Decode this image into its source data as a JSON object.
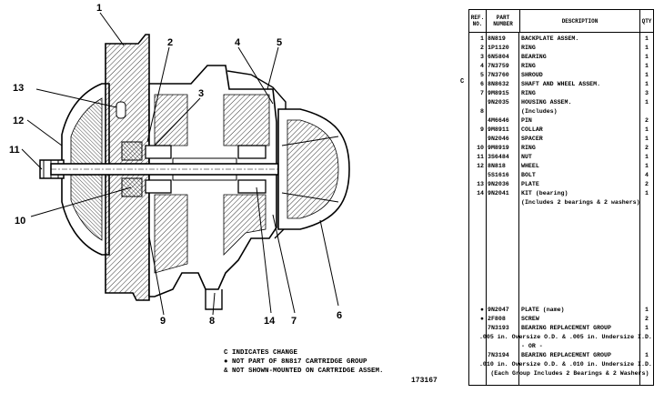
{
  "drawing": {
    "callouts": [
      {
        "id": "c1",
        "label": "1"
      },
      {
        "id": "c2",
        "label": "2"
      },
      {
        "id": "c3",
        "label": "3"
      },
      {
        "id": "c4",
        "label": "4"
      },
      {
        "id": "c5",
        "label": "5"
      },
      {
        "id": "c6",
        "label": "6"
      },
      {
        "id": "c7",
        "label": "7"
      },
      {
        "id": "c8",
        "label": "8"
      },
      {
        "id": "c9",
        "label": "9"
      },
      {
        "id": "c10",
        "label": "10"
      },
      {
        "id": "c11",
        "label": "11"
      },
      {
        "id": "c12",
        "label": "12"
      },
      {
        "id": "c13",
        "label": "13"
      },
      {
        "id": "c14",
        "label": "14"
      }
    ],
    "notes": [
      "C INDICATES CHANGE",
      "● NOT PART OF 8N817 CARTRIDGE GROUP",
      "  & NOT SHOWN-MOUNTED ON CARTRIDGE ASSEM."
    ],
    "drawing_number": "173167"
  },
  "parts_table": {
    "headers": {
      "ref": "REF. NO.",
      "part": "PART NUMBER",
      "desc": "DESCRIPTION",
      "qty": "QTY"
    },
    "rows": [
      {
        "ref": "1",
        "pn": "8N819",
        "desc": "BACKPLATE ASSEM.",
        "qty": "1"
      },
      {
        "ref": "2",
        "pn": "1P1120",
        "desc": "RING",
        "qty": "1"
      },
      {
        "ref": "3",
        "pn": "6N5804",
        "desc": "BEARING",
        "qty": "1"
      },
      {
        "ref": "4",
        "pn": "7N3759",
        "desc": "RING",
        "qty": "1"
      },
      {
        "ref": "5",
        "pn": "7N3760",
        "desc": "SHROUD",
        "qty": "1"
      },
      {
        "ref": "6",
        "pn": "8N8632",
        "desc": "SHAFT AND WHEEL ASSEM.",
        "qty": "1"
      },
      {
        "ref": "7",
        "pn": "9M8915",
        "desc": "RING",
        "qty": "3"
      },
      {
        "ref": "",
        "pn": "9N2035",
        "desc": "HOUSING ASSEM.",
        "qty": "1"
      },
      {
        "ref": "8",
        "pn": "",
        "desc": "(Includes)",
        "qty": ""
      },
      {
        "ref": "",
        "pn": "4M6646",
        "desc": "PIN",
        "qty": "2"
      },
      {
        "ref": "9",
        "pn": "9M8911",
        "desc": "COLLAR",
        "qty": "1"
      },
      {
        "ref": "",
        "pn": "9N2046",
        "desc": "SPACER",
        "qty": "1"
      },
      {
        "ref": "10",
        "pn": "9M8919",
        "desc": "RING",
        "qty": "2"
      },
      {
        "ref": "11",
        "pn": "3S6484",
        "desc": "NUT",
        "qty": "1"
      },
      {
        "ref": "12",
        "pn": "8N818",
        "desc": "WHEEL",
        "qty": "1"
      },
      {
        "ref": "",
        "pn": "5S1616",
        "desc": "BOLT",
        "qty": "4"
      },
      {
        "ref": "13",
        "pn": "9N2036",
        "desc": "PLATE",
        "qty": "2"
      },
      {
        "ref": "14",
        "pn": "9N2041",
        "desc": "KIT (bearing)",
        "qty": "1"
      },
      {
        "ref": "",
        "pn": "",
        "desc": "(Includes 2 bearings & 2 washers)",
        "qty": ""
      }
    ],
    "lower_rows": [
      {
        "ref": "●",
        "pn": "9N2047",
        "desc": "PLATE (name)",
        "qty": "1"
      },
      {
        "ref": "●",
        "pn": "2F808",
        "desc": "SCREW",
        "qty": "2"
      },
      {
        "ref": "",
        "pn": "7N3193",
        "desc": "BEARING REPLACEMENT GROUP",
        "qty": "1"
      },
      {
        "ref": "",
        "pn": "",
        "desc": ".005 in. Oversize O.D. & .005 in. Undersize I.D.",
        "qty": ""
      },
      {
        "ref": "",
        "pn": "",
        "desc": "- OR -",
        "qty": ""
      },
      {
        "ref": "",
        "pn": "7N3194",
        "desc": "BEARING REPLACEMENT GROUP",
        "qty": "1"
      },
      {
        "ref": "",
        "pn": "",
        "desc": ".010 in. Oversize O.D. & .010 in. Undersize I.D.",
        "qty": ""
      },
      {
        "ref": "",
        "pn": "",
        "desc": "(Each Group Includes 2 Bearings & 2 Washers)",
        "qty": ""
      }
    ],
    "change_mark": "C"
  }
}
